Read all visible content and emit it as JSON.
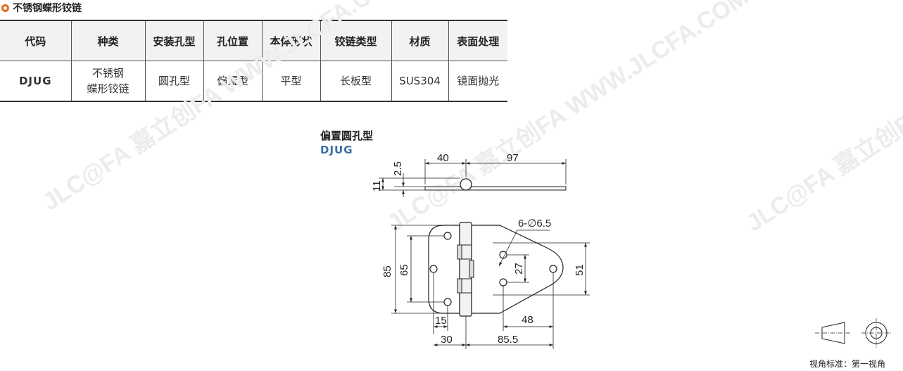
{
  "section_title": "不锈钢蝶形铰链",
  "table": {
    "headers": [
      "代码",
      "种类",
      "安装孔型",
      "孔位置",
      "本体形状",
      "铰链类型",
      "材质",
      "表面处理"
    ],
    "row": {
      "code": "DJUG",
      "kind_line1": "不锈钢",
      "kind_line2": "蝶形铰链",
      "hole_type": "圆孔型",
      "hole_position": "偏置型",
      "body_shape": "平型",
      "hinge_type": "长板型",
      "material": "SUS304",
      "surface": "镜面抛光"
    }
  },
  "drawing": {
    "subtitle": "偏置圆孔型",
    "code": "DJUG",
    "dims": {
      "d40": "40",
      "d97": "97",
      "d2_5": "2.5",
      "d11": "11",
      "holes": "6-∅6.5",
      "d85": "85",
      "d65": "65",
      "d27": "27",
      "d51": "51",
      "d15": "15",
      "d48": "48",
      "d30": "30",
      "d85_5": "85.5"
    },
    "watermark": "JLC@FA 嘉立创FA WWW.JLCFA.COM"
  },
  "view_standard": "视角标准：第一视角",
  "colors": {
    "accent_orange": "#e8691e",
    "code_blue": "#3d6fa3"
  }
}
